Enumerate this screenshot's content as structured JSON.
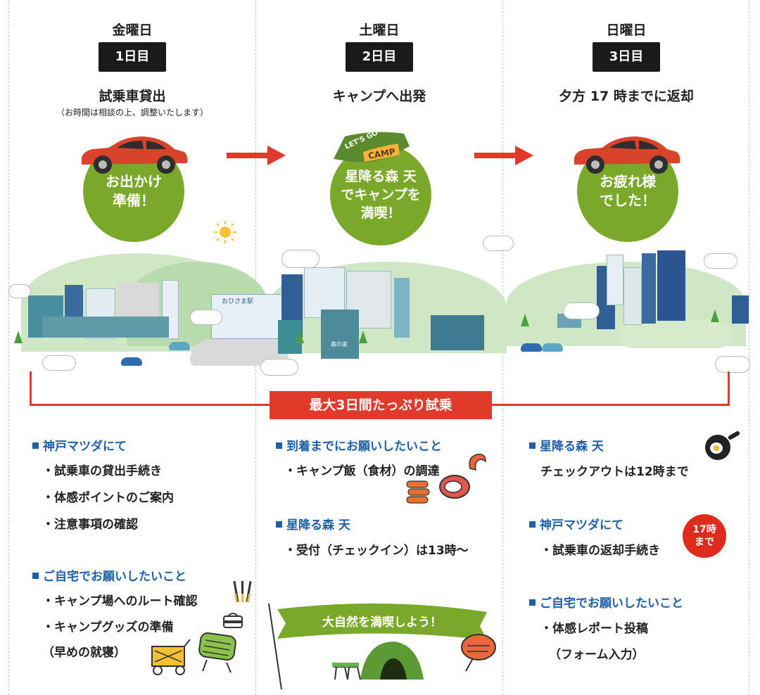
{
  "days": [
    {
      "weekday": "金曜日",
      "label": "1日目",
      "headline": "試乗車貸出",
      "note": "（お時間は相談の上、調整いたします）",
      "circle_lines": [
        "お出かけ",
        "準備！"
      ]
    },
    {
      "weekday": "土曜日",
      "label": "2日目",
      "headline": "キャンプへ出発",
      "note": "",
      "circle_lines": [
        "星降る森 天",
        "でキャンプを",
        "満喫！"
      ]
    },
    {
      "weekday": "日曜日",
      "label": "3日目",
      "headline": "夕方 17 時までに返却",
      "note": "",
      "circle_lines": [
        "お疲れ様",
        "でした！"
      ]
    }
  ],
  "camp_sign": {
    "top": "LET'S GO",
    "bottom": "CAMP"
  },
  "station_sign": "おひさま駅",
  "lodge_sign": "森の家",
  "period_banner": "最大3日間たっぷり試乗",
  "col1": {
    "sections": [
      {
        "title": "神戸マツダにて",
        "items": [
          "・試乗車の貸出手続き",
          "・体感ポイントのご案内",
          "・注意事項の確認"
        ]
      },
      {
        "title": "ご自宅でお願いしたいこと",
        "items": [
          "・キャンプ場へのルート確認",
          "・キャンプグッズの準備",
          "（早めの就寝）"
        ]
      }
    ]
  },
  "col2": {
    "sections": [
      {
        "title": "到着までにお願いしたいこと",
        "items": [
          "・キャンプ飯（食材）の調達"
        ]
      },
      {
        "title": "星降る森 天",
        "items": [
          "・受付（チェックイン）は13時〜"
        ]
      }
    ],
    "ribbon": "大自然を満喫しよう！"
  },
  "col3": {
    "sections": [
      {
        "title": "星降る森 天",
        "items": [
          "チェックアウトは12時まで"
        ]
      },
      {
        "title": "神戸マツダにて",
        "items": [
          "・試乗車の返却手続き"
        ]
      },
      {
        "title": "ご自宅でお願いしたいこと",
        "items": [
          "・体感レポート投稿",
          "（フォーム入力）"
        ]
      }
    ],
    "deadline_badge": [
      "17時",
      "まで"
    ]
  },
  "colors": {
    "green": "#7aa82a",
    "red": "#e23a2a",
    "blue": "#1f5fa8",
    "car": "#d9432b"
  }
}
